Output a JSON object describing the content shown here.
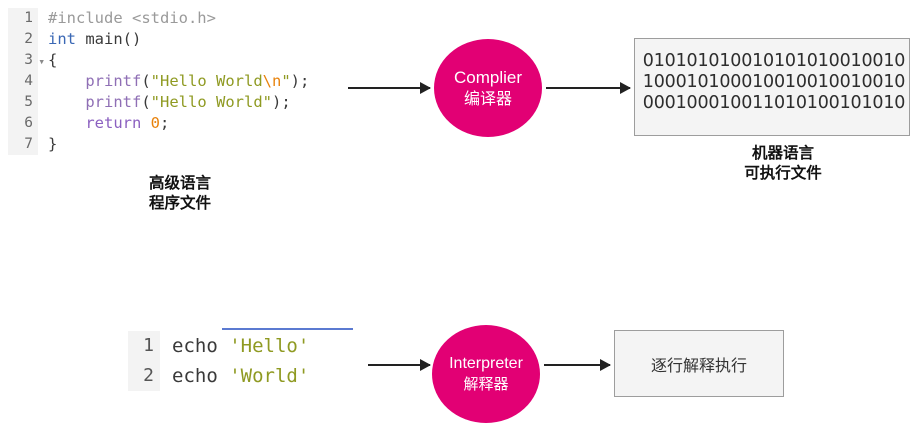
{
  "diagram": {
    "title": "compilation-vs-interpretation",
    "accent_color": "#e20074",
    "box_border_color": "#9d9d9d",
    "box_fill_color": "#f4f4f4",
    "gutter_color": "#f3f3f3"
  },
  "c_code": {
    "lines": [
      {
        "num": "1",
        "fold": "",
        "segments": [
          {
            "t": "#include <stdio.h>",
            "c": "tok-pre"
          }
        ]
      },
      {
        "num": "2",
        "fold": "",
        "segments": [
          {
            "t": "int",
            "c": "tok-kw"
          },
          {
            "t": " main()",
            "c": "tok-plain"
          }
        ]
      },
      {
        "num": "3",
        "fold": "▾",
        "segments": [
          {
            "t": "{",
            "c": "tok-plain"
          }
        ]
      },
      {
        "num": "4",
        "fold": "",
        "segments": [
          {
            "t": "    ",
            "c": "tok-plain"
          },
          {
            "t": "printf",
            "c": "tok-fn"
          },
          {
            "t": "(",
            "c": "tok-plain"
          },
          {
            "t": "\"Hello World",
            "c": "tok-str"
          },
          {
            "t": "\\n",
            "c": "tok-esc"
          },
          {
            "t": "\"",
            "c": "tok-str"
          },
          {
            "t": ");",
            "c": "tok-plain"
          }
        ]
      },
      {
        "num": "5",
        "fold": "",
        "segments": [
          {
            "t": "    ",
            "c": "tok-plain"
          },
          {
            "t": "printf",
            "c": "tok-fn"
          },
          {
            "t": "(",
            "c": "tok-plain"
          },
          {
            "t": "\"Hello World\"",
            "c": "tok-str"
          },
          {
            "t": ");",
            "c": "tok-plain"
          }
        ]
      },
      {
        "num": "6",
        "fold": "",
        "segments": [
          {
            "t": "    ",
            "c": "tok-plain"
          },
          {
            "t": "return",
            "c": "tok-kw2"
          },
          {
            "t": " ",
            "c": "tok-plain"
          },
          {
            "t": "0",
            "c": "tok-num"
          },
          {
            "t": ";",
            "c": "tok-plain"
          }
        ]
      },
      {
        "num": "7",
        "fold": "",
        "segments": [
          {
            "t": "}",
            "c": "tok-plain"
          }
        ]
      }
    ]
  },
  "shell_code": {
    "lines": [
      {
        "num": "1",
        "fold": "",
        "segments": [
          {
            "t": "echo ",
            "c": "tok-plain"
          },
          {
            "t": "'Hello'",
            "c": "tok-str"
          }
        ]
      },
      {
        "num": "2",
        "fold": "",
        "segments": [
          {
            "t": "echo ",
            "c": "tok-plain"
          },
          {
            "t": "'World'",
            "c": "tok-str"
          }
        ]
      }
    ]
  },
  "captions": {
    "source_file": "高级语言\n程序文件",
    "machine_code": "机器语言\n可执行文件"
  },
  "compiler_node": {
    "label_en": "Complier",
    "label_zh": "编译器"
  },
  "interpreter_node": {
    "label_en": "Interpreter",
    "label_zh": "解释器"
  },
  "binary_box": {
    "content": "010101010010101010010010\n100010100010010010010010\n000100010011010100101010"
  },
  "exec_box": {
    "label": "逐行解释执行"
  }
}
